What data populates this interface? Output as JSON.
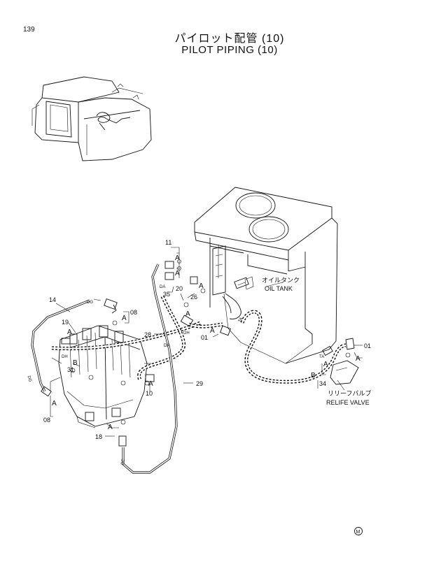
{
  "page_number": "139",
  "title_jp": "パイロット配管 (10)",
  "title_en": "PILOT PIPING (10)",
  "callouts": {
    "c11": "11",
    "c35": "35",
    "c20": "20",
    "c26": "26",
    "c14": "14",
    "c08a": "08",
    "c19": "19",
    "c28": "28",
    "c01a": "01",
    "c01b": "01",
    "c31": "31",
    "c10": "10",
    "c29": "29",
    "c08b": "08",
    "c18": "18",
    "c34": "34",
    "letter_a": "A",
    "letter_b": "B"
  },
  "port_tags": {
    "dg": "DG",
    "da": "DA",
    "dh": "DH",
    "dc": "DC",
    "ta": "TA"
  },
  "oil_tank": {
    "jp": "オイルタンク",
    "en": "OIL TANK"
  },
  "relief_valve": {
    "jp": "リリーフバルブ",
    "en": "RELIFE VALVE"
  },
  "mark": "M"
}
